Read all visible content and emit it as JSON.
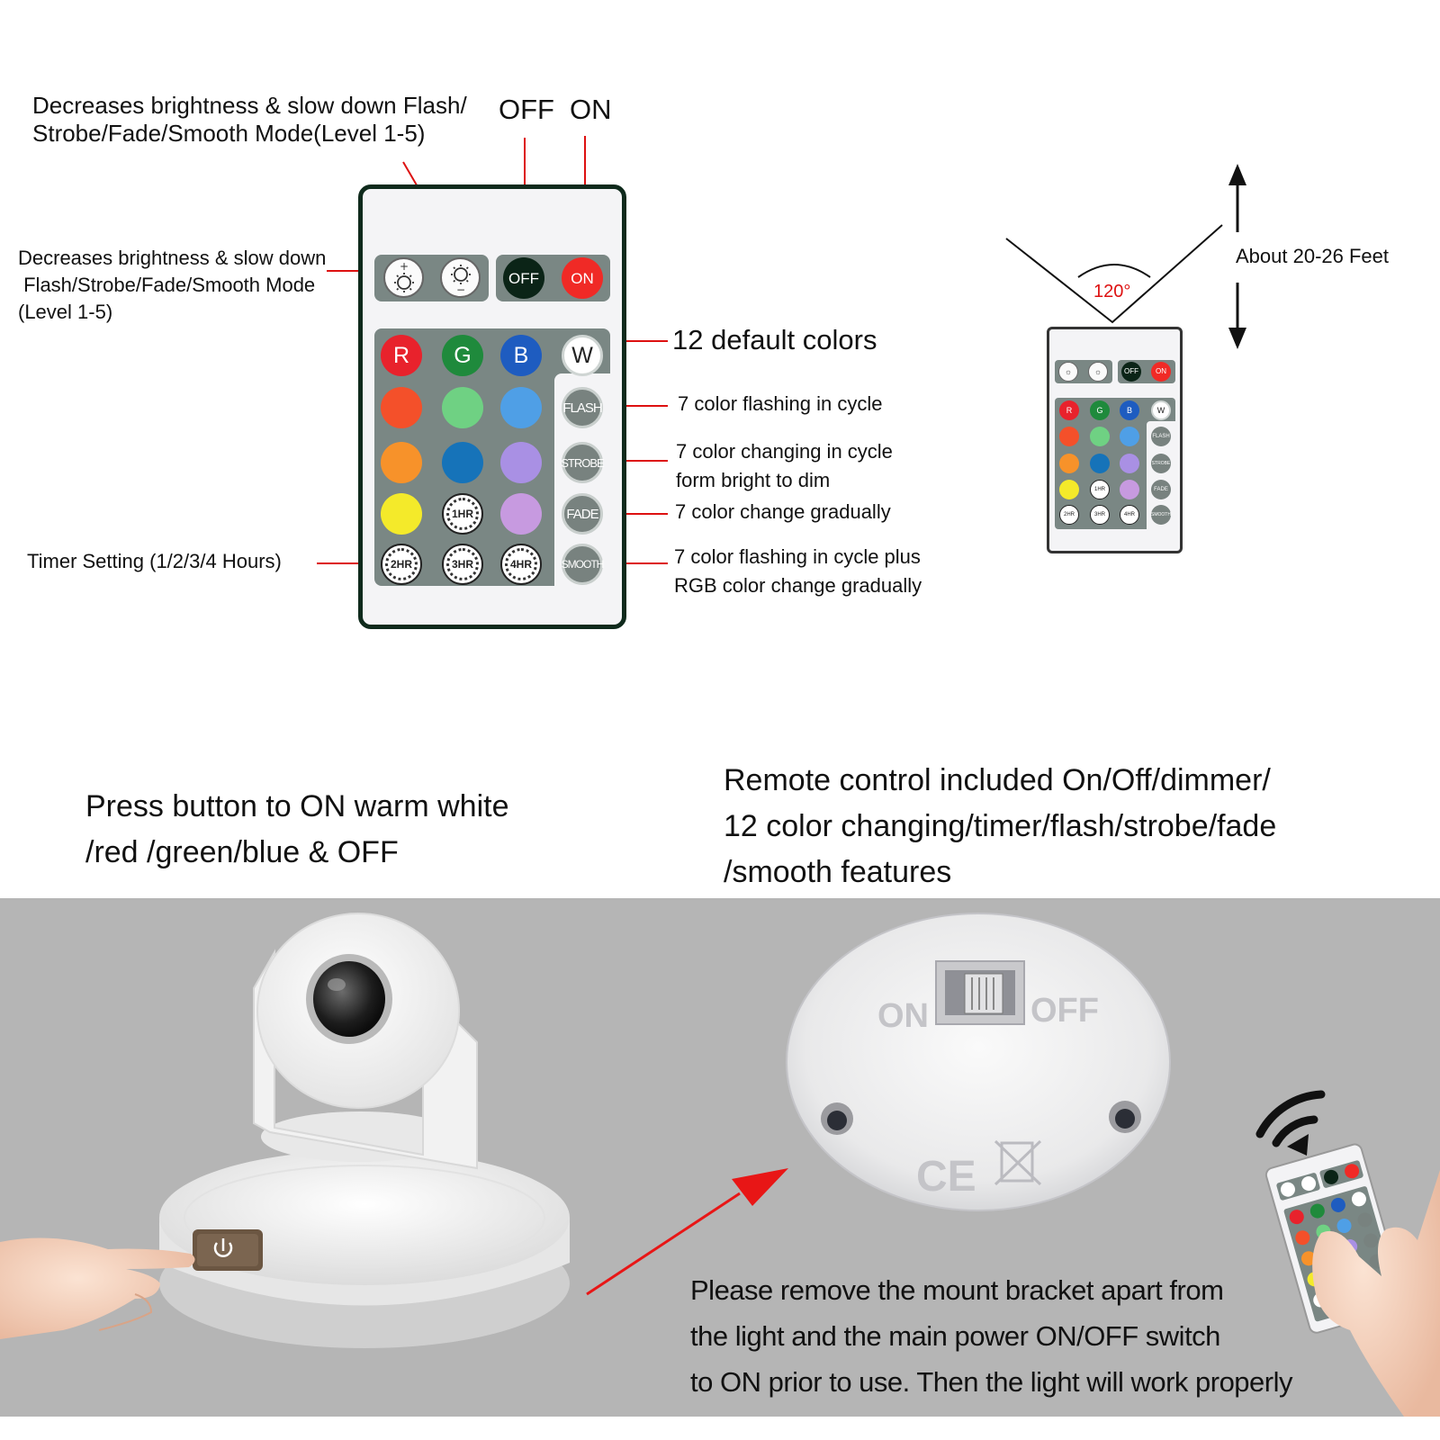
{
  "remote": {
    "dim_buttons": {
      "plus_sign": "+",
      "minus_sign": "−"
    },
    "power": {
      "off_label": "OFF",
      "on_label": "ON"
    },
    "color_letters": {
      "r": "R",
      "g": "G",
      "b": "B",
      "w": "W"
    },
    "modes": [
      "FLASH",
      "STROBE",
      "FADE",
      "SMOOTH"
    ],
    "timers": [
      "1HR",
      "2HR",
      "3HR",
      "4HR"
    ],
    "colors": {
      "red": "#e8222c",
      "green": "#1f8a3c",
      "blue": "#1e5cc0",
      "white": "#ffffff",
      "orange_red": "#f4502a",
      "light_green": "#6fd183",
      "sky_blue": "#4f9fe6",
      "orange": "#f7922a",
      "teal_blue": "#1673b9",
      "lavender": "#a990e4",
      "yellow": "#f4ea2a",
      "light_purple": "#c79ae0",
      "off_button": "#0b2417",
      "on_button": "#f02a26"
    }
  },
  "annotations": {
    "top_dim_label": [
      "Decreases brightness & slow down Flash/",
      "Strobe/Fade/Smooth Mode(Level 1-5)"
    ],
    "off_label": "OFF",
    "on_label": "ON",
    "left_dim_label": [
      "Decreases brightness & slow down",
      " Flash/Strobe/Fade/Smooth Mode",
      "(Level 1-5)"
    ],
    "default_colors": "12 default colors",
    "flash_desc": "7 color flashing in cycle",
    "strobe_desc": [
      "7 color changing in cycle",
      "form bright to dim"
    ],
    "fade_desc": "7 color change gradually",
    "smooth_desc": [
      "7 color flashing in cycle plus",
      "RGB color change gradually"
    ],
    "timer_desc": "Timer Setting (1/2/3/4 Hours)"
  },
  "range_diagram": {
    "angle": "120°",
    "distance": "About 20-26 Feet"
  },
  "captions": {
    "press_button": [
      "Press button to ON warm white",
      "/red /green/blue & OFF"
    ],
    "remote_features": [
      "Remote control included On/Off/dimmer/",
      "12 color changing/timer/flash/strobe/fade",
      "/smooth features"
    ],
    "remove_bracket": [
      "Please remove the mount bracket apart from",
      "the light and the main power ON/OFF switch",
      "to ON prior to use. Then the light will work properly"
    ]
  },
  "photo": {
    "switch_on": "ON",
    "switch_off": "OFF",
    "ce_mark": "CE"
  }
}
